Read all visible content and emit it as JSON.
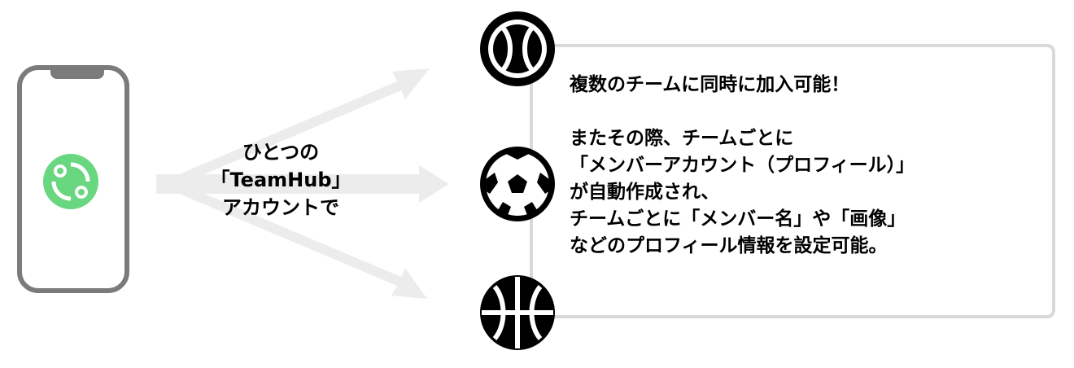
{
  "center_label": {
    "line1": "ひとつの",
    "line2": "「TeamHub」",
    "line3": "アカウントで"
  },
  "info": {
    "line1": "複数のチームに同時に加入可能！",
    "line2": "",
    "line3": "またその際、チームごとに",
    "line4": "「メンバーアカウント（プロフィール）」",
    "line5": "が自動作成され、",
    "line6": "チームごとに「メンバー名」や「画像」",
    "line7": "などのプロフィール情報を設定可能。"
  },
  "icons": [
    "phone-icon",
    "teamhub-app-icon",
    "tennis-ball-icon",
    "soccer-ball-icon",
    "basketball-icon"
  ],
  "colors": {
    "app_green": "#69d680",
    "phone_gray": "#7b7b7b",
    "arrow_gray": "#ececec",
    "box_border": "#d9d9d9"
  }
}
